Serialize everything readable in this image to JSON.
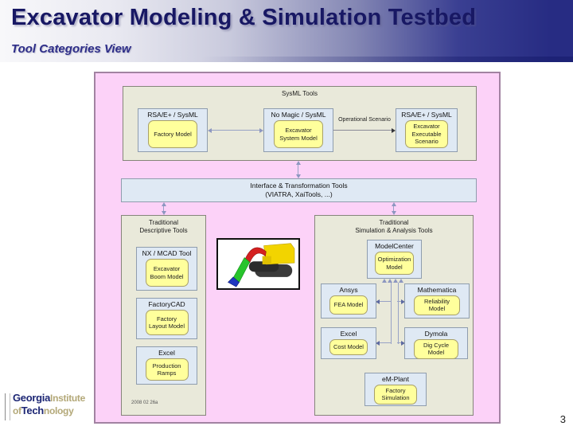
{
  "header": {
    "title": "Excavator Modeling & Simulation Testbed",
    "subtitle": "Tool Categories View"
  },
  "page_number": "3",
  "logo": {
    "georgia": "Georgia",
    "institute": "Institute",
    "of": "of",
    "tech": "Tech",
    "nology": "nology"
  },
  "diagram": {
    "sysml": {
      "label": "SysML Tools",
      "boxes": [
        {
          "tool": "RSA/E+ / SysML",
          "model": "Factory Model"
        },
        {
          "tool": "No Magic / SysML",
          "model": "Excavator System Model"
        },
        {
          "tool": "RSA/E+ / SysML",
          "model": "Excavator Executable Scenario"
        }
      ],
      "arrow_label": "Operational Scenario"
    },
    "interface_bar": {
      "line1": "Interface & Transformation Tools",
      "line2": "(VIATRA, XaiTools, ...)"
    },
    "descriptive": {
      "label_line1": "Traditional",
      "label_line2": "Descriptive Tools",
      "boxes": [
        {
          "tool": "NX / MCAD Tool",
          "model": "Excavator Boom Model"
        },
        {
          "tool": "FactoryCAD",
          "model": "Factory Layout Model"
        },
        {
          "tool": "Excel",
          "model": "Production Ramps"
        }
      ],
      "date_stamp": "2008 02 26a"
    },
    "simulation": {
      "label_line1": "Traditional",
      "label_line2": "Simulation & Analysis Tools",
      "modelcenter": {
        "tool": "ModelCenter",
        "model": "Optimization Model"
      },
      "boxes": [
        {
          "tool": "Ansys",
          "model": "FEA Model"
        },
        {
          "tool": "Mathematica",
          "model": "Reliability Model"
        },
        {
          "tool": "Excel",
          "model": "Cost Model"
        },
        {
          "tool": "Dymola",
          "model": "Dig Cycle Model"
        }
      ],
      "emplant": {
        "tool": "eM-Plant",
        "model": "Factory Simulation"
      }
    }
  },
  "colors": {
    "header_navy": "#272c83",
    "panel_pink": "#fcd2f8",
    "container_beige": "#e9e9da",
    "toolbox_blue": "#dfe9f4",
    "model_yellow": "#ffff9c",
    "arrow_lavender": "#98a2c6"
  }
}
